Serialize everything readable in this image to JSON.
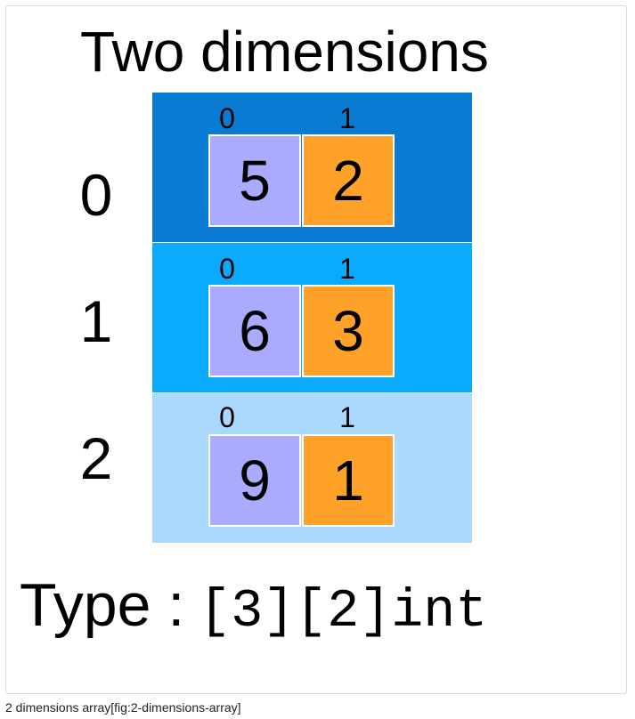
{
  "figure": {
    "title": "Two dimensions",
    "type_label": "Type :",
    "type_value": "[3][2]int",
    "caption": "2 dimensions array[fig:2-dimensions-array]"
  },
  "colors": {
    "row0_bg": "#0a7bd2",
    "row1_bg": "#0aaaff",
    "row2_bg": "#abd8fd",
    "col0_cell": "#aaaaff",
    "col1_cell": "#ffa22a"
  },
  "rows": [
    {
      "index": "0",
      "col_indices": [
        "0",
        "1"
      ],
      "values": [
        "5",
        "2"
      ]
    },
    {
      "index": "1",
      "col_indices": [
        "0",
        "1"
      ],
      "values": [
        "6",
        "3"
      ]
    },
    {
      "index": "2",
      "col_indices": [
        "0",
        "1"
      ],
      "values": [
        "9",
        "1"
      ]
    }
  ]
}
